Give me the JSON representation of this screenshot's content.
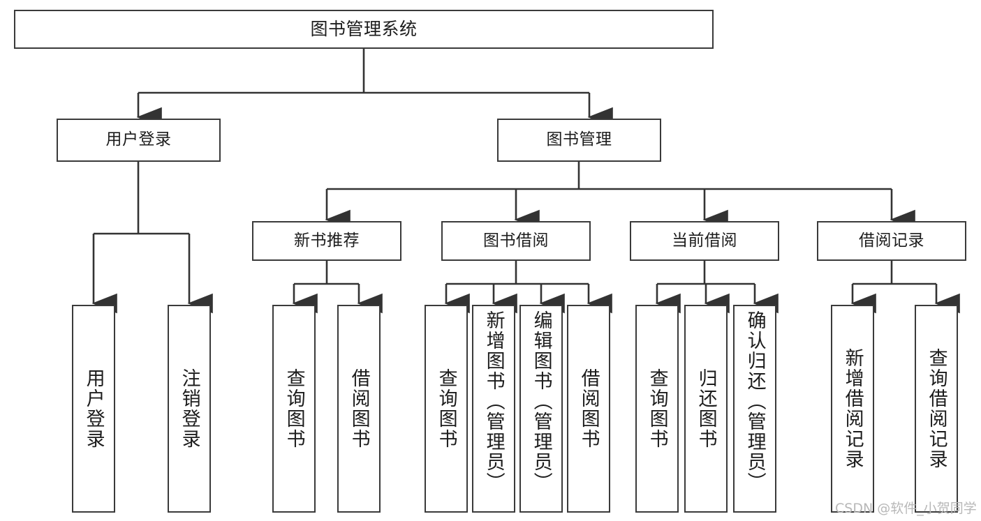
{
  "diagram": {
    "title": "图书管理系统",
    "type": "tree-hierarchy",
    "watermark": "CSDN @软件_小贺同学",
    "colors": {
      "box_border": "#3a3a3a",
      "box_fill": "#ffffff",
      "edge": "#333333",
      "text": "#1c1c1c",
      "watermark": "#b8b8b8",
      "background": "#ffffff"
    },
    "root": {
      "label": "图书管理系统"
    },
    "level2": [
      {
        "label": "用户登录"
      },
      {
        "label": "图书管理"
      }
    ],
    "level3": [
      {
        "label": "新书推荐"
      },
      {
        "label": "图书借阅"
      },
      {
        "label": "当前借阅"
      },
      {
        "label": "借阅记录"
      }
    ],
    "leaves": {
      "user_login": [
        {
          "label": "用户登录"
        },
        {
          "label": "注销登录"
        }
      ],
      "new_book_recommend": [
        {
          "label": "查询图书"
        },
        {
          "label": "借阅图书"
        }
      ],
      "book_borrow": [
        {
          "label": "查询图书"
        },
        {
          "label": "新增图书（管理员）"
        },
        {
          "label": "编辑图书（管理员）"
        },
        {
          "label": "借阅图书"
        }
      ],
      "current_borrow": [
        {
          "label": "查询图书"
        },
        {
          "label": "归还图书"
        },
        {
          "label": "确认归还（管理员）"
        }
      ],
      "borrow_record": [
        {
          "label": "新增借阅记录"
        },
        {
          "label": "查询借阅记录"
        }
      ]
    }
  }
}
